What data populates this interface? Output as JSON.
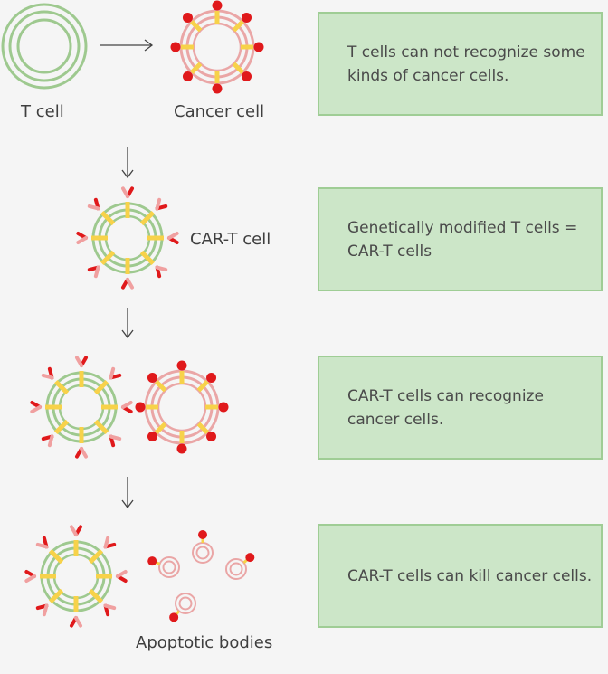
{
  "labels": {
    "t_cell": "T cell",
    "cancer_cell": "Cancer cell",
    "car_t_cell": "CAR-T cell",
    "apoptotic_bodies": "Apoptotic bodies"
  },
  "steps": [
    {
      "text": "T cells can not recognize some kinds of cancer cells."
    },
    {
      "text": "Genetically modified T cells = CAR-T cells"
    },
    {
      "text": "CAR-T cells can recognize cancer cells."
    },
    {
      "text": "CAR-T cells can kill cancer cells."
    }
  ],
  "colors": {
    "background": "#f5f5f5",
    "box_fill": "#cce6c8",
    "box_border": "#9fcd95",
    "t_cell_ring": "#9ec98f",
    "cancer_ring": "#eaa6a6",
    "receptor_stalk": "#f7d24a",
    "antigen": "#e0191b",
    "car_pink": "#f0a0a0",
    "arrow": "#444444"
  }
}
